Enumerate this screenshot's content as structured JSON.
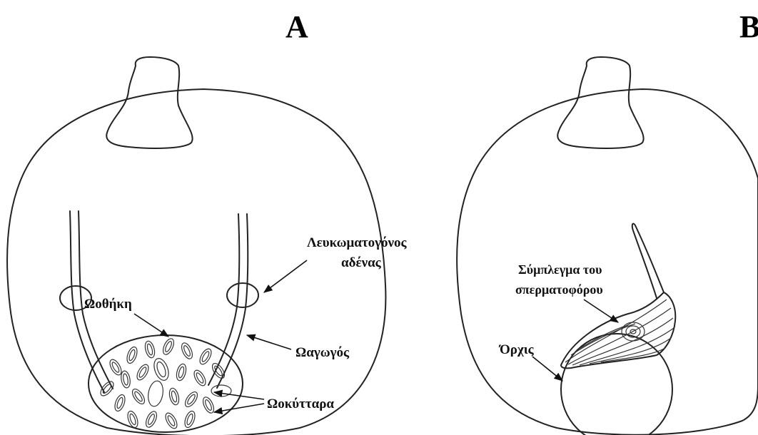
{
  "panels": {
    "a": {
      "letter": "A",
      "labels": {
        "albumen_gland": "Λευκωματογόνος αδένας",
        "albumen_gland_line1": "Λευκωματογόνος",
        "albumen_gland_line2": "αδένας",
        "ovary": "Ωοθήκη",
        "oviduct": "Ωαγωγός",
        "oocytes": "Ωοκύτταρα"
      }
    },
    "b": {
      "letter": "B",
      "labels": {
        "spermatophore_complex_line1": "Σύμπλεγμα του",
        "spermatophore_complex_line2": "σπερματοφόρου",
        "testis": "Όρχις"
      }
    }
  }
}
